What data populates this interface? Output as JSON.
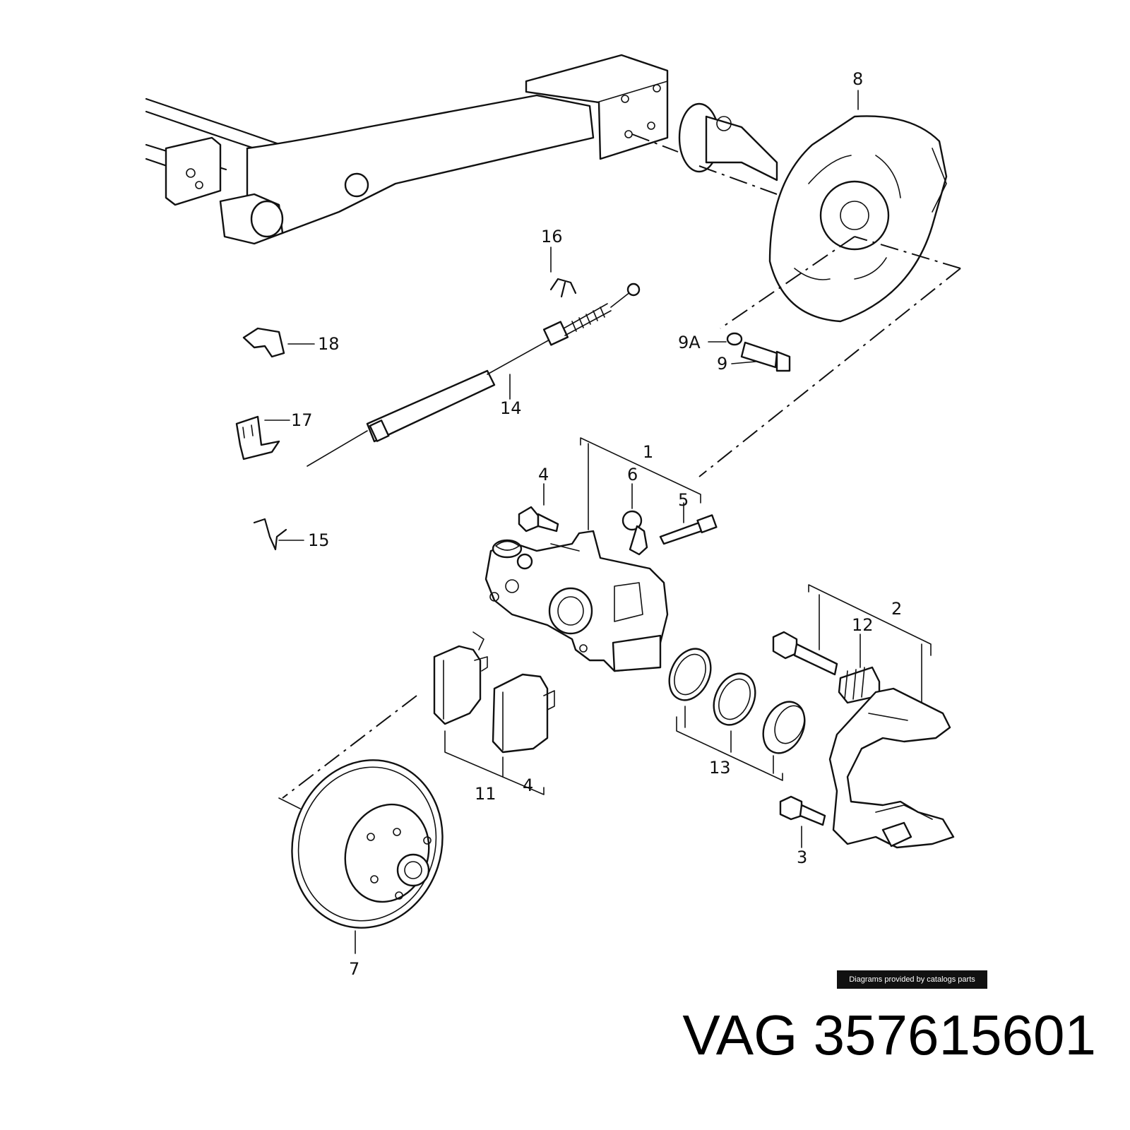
{
  "labels": {
    "l1": "1",
    "l2": "2",
    "l3": "3",
    "l4a": "4",
    "l4b": "4",
    "l5": "5",
    "l6": "6",
    "l7": "7",
    "l8": "8",
    "l9": "9",
    "l9a": "9A",
    "l11": "11",
    "l12": "12",
    "l13": "13",
    "l14": "14",
    "l15": "15",
    "l16": "16",
    "l17": "17",
    "l18": "18"
  },
  "credit": "Diagrams provided by catalogs parts",
  "part_number": "VAG 357615601",
  "colors": {
    "ink": "#111111",
    "background": "#ffffff",
    "credit_bg": "#111111",
    "credit_text": "#ffffff"
  }
}
